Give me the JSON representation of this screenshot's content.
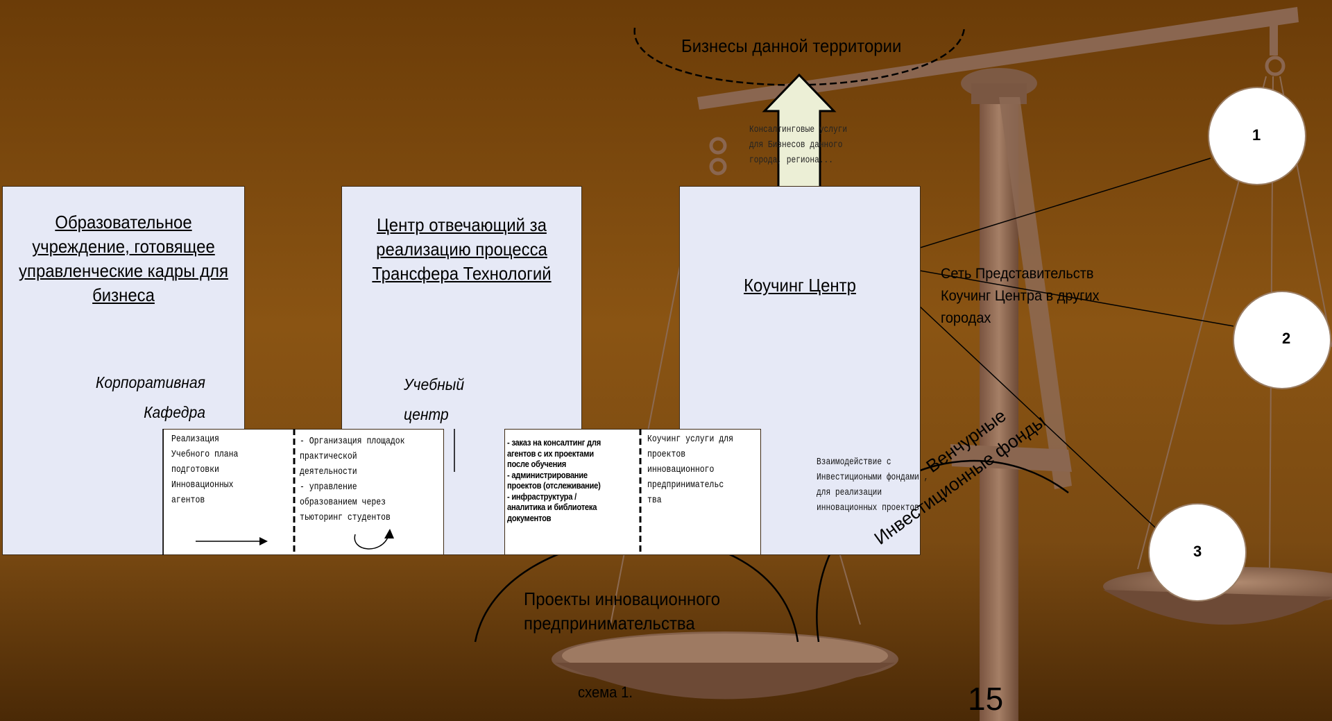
{
  "boxes": {
    "edu": {
      "title": "Образовательное учреждение, готовящее управленческие кадры для бизнеса",
      "italic": "Корпоративная Кафедра"
    },
    "center": {
      "title": "Центр отвечающий за реализацию процесса Трансфера Технологий",
      "italic": "Учебный центр"
    },
    "coaching": {
      "title": "Коучинг Центр"
    }
  },
  "sub_boxes": {
    "curriculum": "Реализация\nУчебного плана\nподготовки\nИнновационных\nагентов",
    "practice": "- Организация площадок\nпрактической\nдеятельности\n- управление\nобразованием через\nтьюторинг студентов",
    "orders": "- заказ на консалтинг для\nагентов с их проектами\nпосле обучения\n- администрирование\nпроектов (отслеживание)\n- инфраструктура /\nаналитика и библиотека\nдокументов",
    "coaching_services": "Коучинг услуги для\nпроектов\nинновационного\nпредпринимательс\nтва"
  },
  "labels": {
    "businesses": "Бизнесы данной территории",
    "consulting": "Консалтинговые услуги\nдля Бизнесов данного\nгорода, региона...",
    "network": "Сеть Представительств\nКоучинг Центра в других\nгородах",
    "interaction": "Взаимодействие с\nИнвестициоными фондами ,\nдля реализации\nинновационных проектов",
    "funds_line1": "Венчурные",
    "funds_line2": "Инвестиционные фонды",
    "projects": "Проекты инновационного\nпредпринимательства",
    "scheme": "схема 1.",
    "page_number": "15"
  },
  "circles": [
    "1",
    "2",
    "3"
  ],
  "colors": {
    "background": "#7a4a12",
    "box_fill": "#e6e9f6",
    "arrow_fill": "#ecefd6",
    "scale_color": "#8c6a52"
  }
}
